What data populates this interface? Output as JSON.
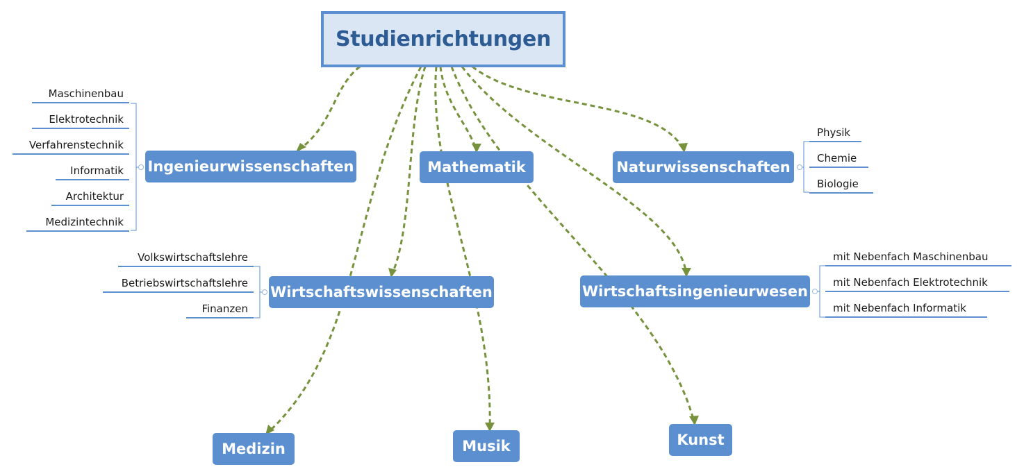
{
  "root": {
    "label": "Studienrichtungen"
  },
  "categories": {
    "ingenieur": {
      "label": "Ingenieurwissenschaften",
      "subitems": [
        "Maschinenbau",
        "Elektrotechnik",
        "Verfahrenstechnik",
        "Informatik",
        "Architektur",
        "Medizintechnik"
      ]
    },
    "mathematik": {
      "label": "Mathematik"
    },
    "natur": {
      "label": "Naturwissenschaften",
      "subitems": [
        "Physik",
        "Chemie",
        "Biologie"
      ]
    },
    "wirtschaft": {
      "label": "Wirtschaftswissenschaften",
      "subitems": [
        "Volkswirtschaftslehre",
        "Betriebswirtschaftslehre",
        "Finanzen"
      ]
    },
    "wirtschaftsing": {
      "label": "Wirtschaftsingenieurwesen",
      "subitems": [
        "mit Nebenfach Maschinenbau",
        "mit Nebenfach Elektrotechnik",
        "mit Nebenfach Informatik"
      ]
    },
    "medizin": {
      "label": "Medizin"
    },
    "musik": {
      "label": "Musik"
    },
    "kunst": {
      "label": "Kunst"
    }
  },
  "colors": {
    "root_border": "#5b8fd0",
    "root_fill": "#dae6f4",
    "root_text": "#2d5b94",
    "node_fill": "#5b8fd0",
    "connector": "#76923c",
    "leaf_line": "#5b8fd0"
  }
}
